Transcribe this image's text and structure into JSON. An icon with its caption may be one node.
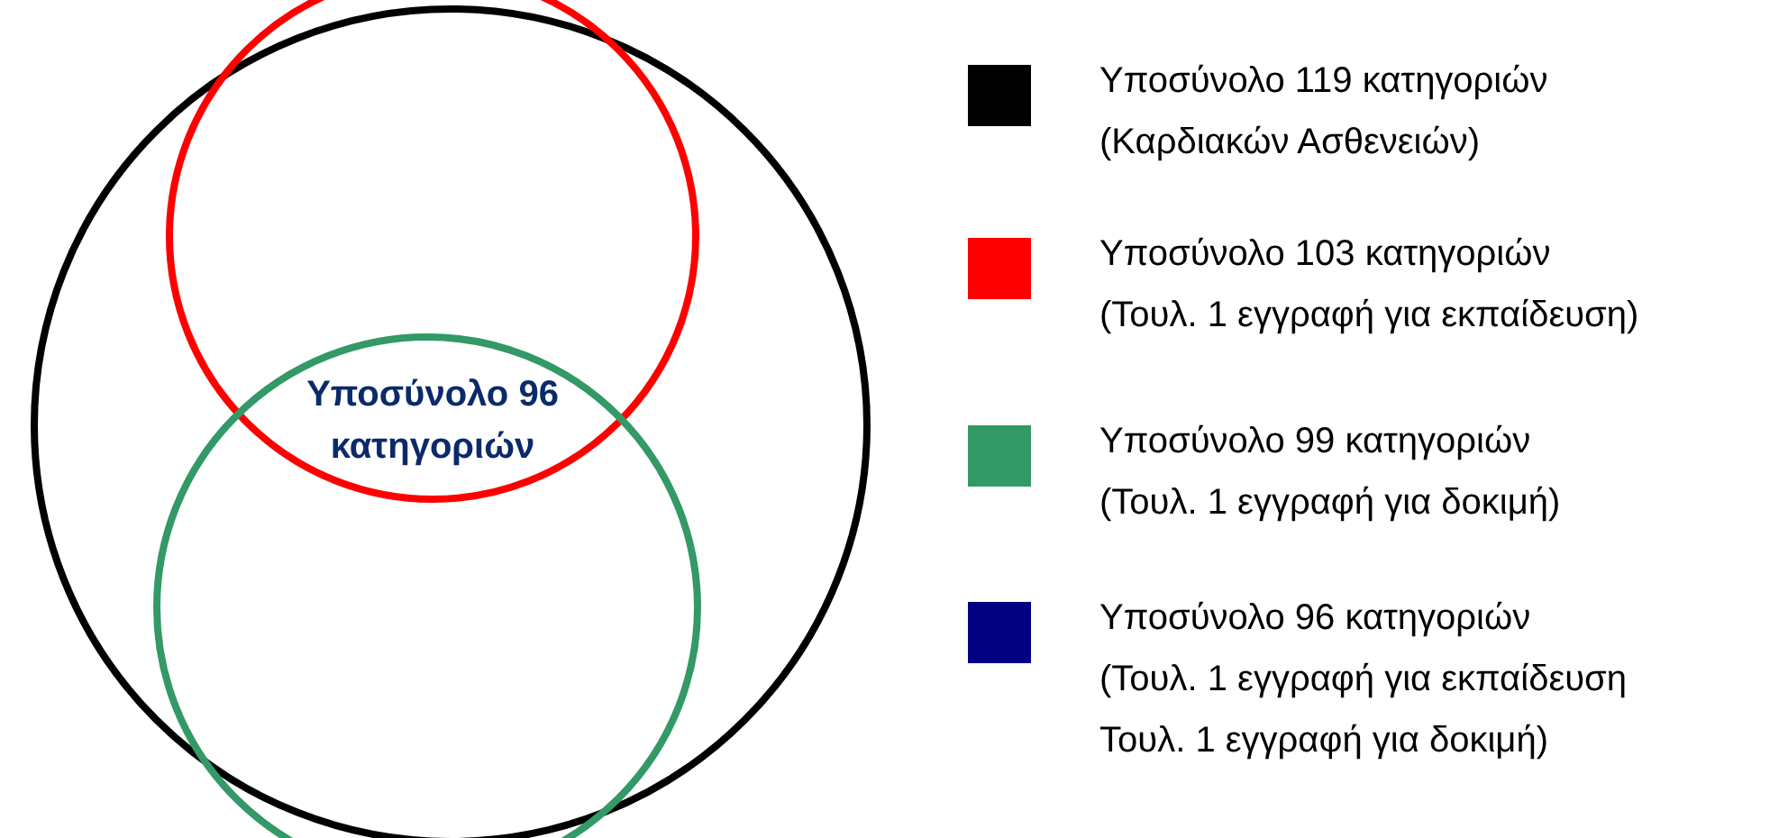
{
  "diagram": {
    "nodes": [
      {
        "text": [],
        "shape": "circle"
      },
      {
        "text": [],
        "shape": "circle",
        "in": 0
      },
      {
        "text": [],
        "shape": "circle",
        "in": 0
      },
      {
        "text": [
          "Υποσύνολο 96 κατηγοριών"
        ]
      }
    ],
    "legend": [
      {
        "text": "Υποσύνολο 119 κατηγοριών (Καρδιακών Ασθενειών)",
        "color": "#000000"
      },
      {
        "text": "Υποσύνολο 103 κατηγοριών (Τουλ. 1 εγγραφή για εκπαίδευση)",
        "color": "#ff0000"
      },
      {
        "text": "Υποσύνολο 99 κατηγοριών (Τουλ. 1 εγγραφή για δοκιμή)",
        "color": "#339966"
      },
      {
        "text": "Υποσύνολο 96 κατηγοριών (Τουλ. 1 εγγραφή για εκπαίδευση Τουλ. 1 εγγραφή για δοκιμή)",
        "color": "#000080"
      }
    ]
  }
}
